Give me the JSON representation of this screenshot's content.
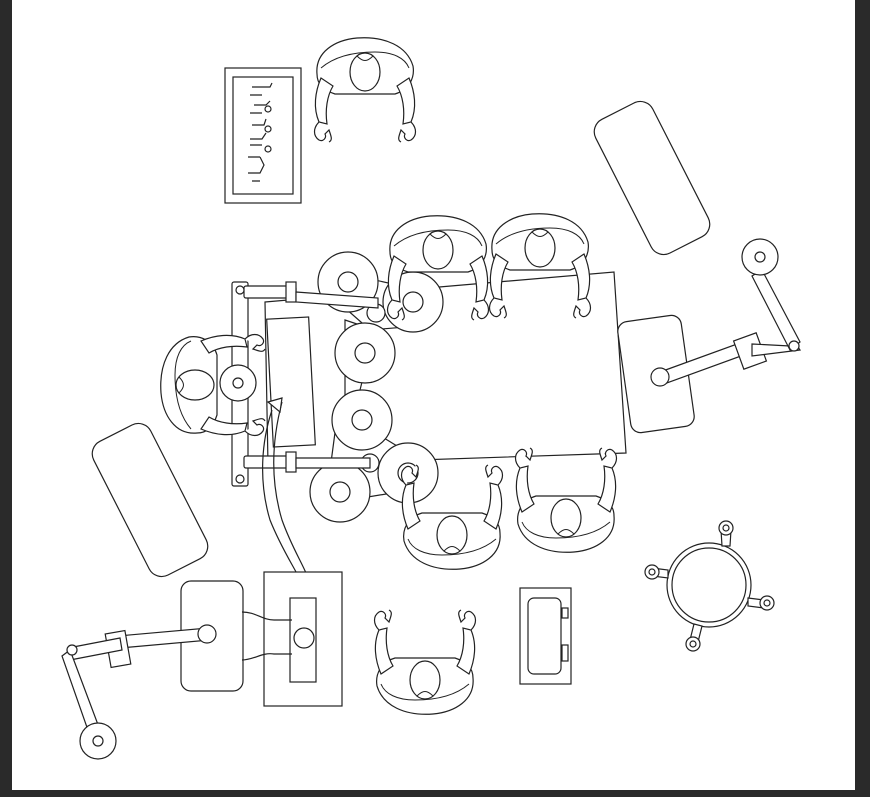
{
  "drawing": {
    "background": "#2a2a2a",
    "paper": "#ffffff",
    "stroke": "#222222"
  },
  "figures": {
    "instrument_tray_icon": "surgical-instrument-tray",
    "operating_table_icon": "operating-table",
    "surgical_lights_icon": "surgical-light-heads",
    "surgeon_icon": "person-top-view",
    "side_table_icon": "side-table",
    "anesthesia_cart_icon": "cart",
    "stool_icon": "round-stool",
    "boom_arm_icon": "ceiling-boom-arm"
  }
}
